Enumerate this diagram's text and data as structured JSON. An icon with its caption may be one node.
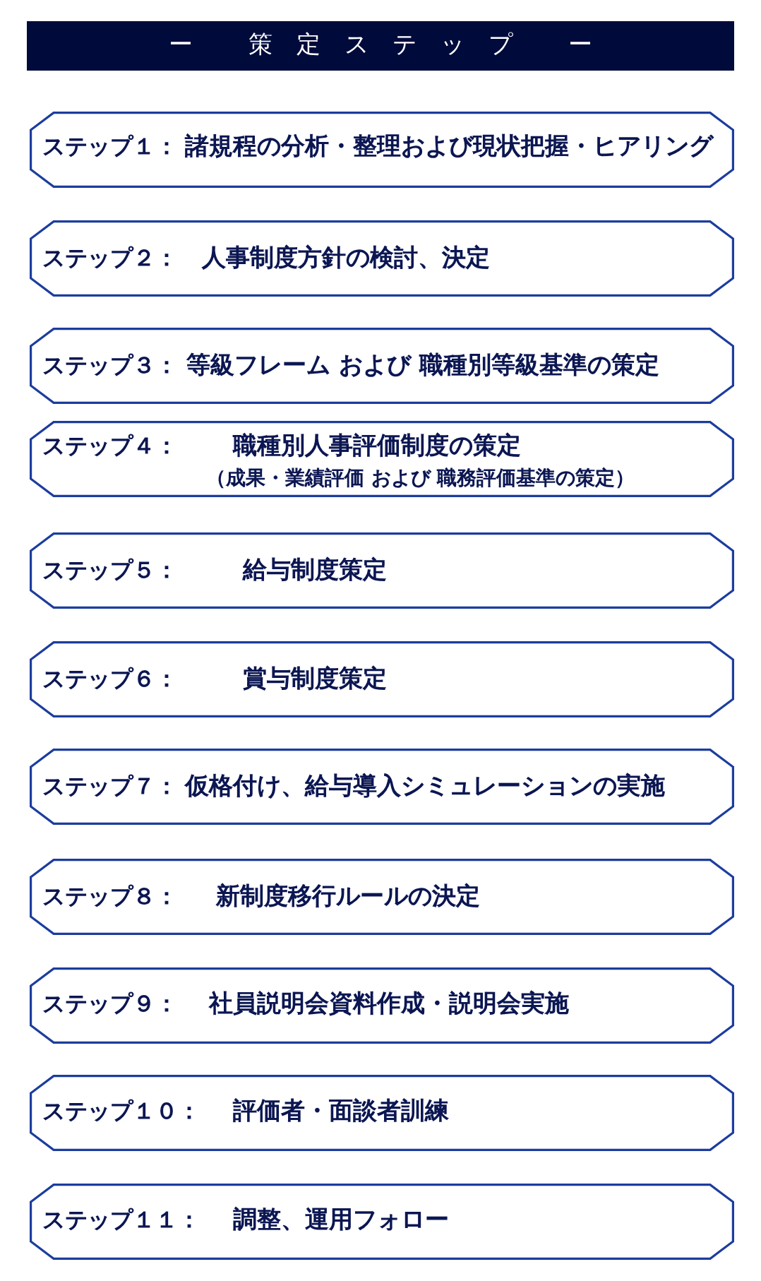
{
  "diagram": {
    "title": "ー 策定ステップ ー",
    "nodes": [
      {
        "text": [
          "ステップ１：",
          "諸規程の分析・整理および現状把握・ヒアリング"
        ]
      },
      {
        "text": [
          "ステップ２：",
          "人事制度方針の検討、決定"
        ]
      },
      {
        "text": [
          "ステップ３：",
          "等級フレーム および 職種別等級基準の策定"
        ]
      },
      {
        "text": [
          "ステップ４：",
          "職種別人事評価制度の策定",
          "（成果・業績評価 および 職務評価基準の策定）"
        ]
      },
      {
        "text": [
          "ステップ５：",
          "給与制度策定"
        ]
      },
      {
        "text": [
          "ステップ６：",
          "賞与制度策定"
        ]
      },
      {
        "text": [
          "ステップ７：",
          "仮格付け、給与導入シミュレーションの実施"
        ]
      },
      {
        "text": [
          "ステップ８：",
          "新制度移行ルールの決定"
        ]
      },
      {
        "text": [
          "ステップ９：",
          "社員説明会資料作成・説明会実施"
        ]
      },
      {
        "text": [
          "ステップ１０：",
          "評価者・面談者訓練"
        ]
      },
      {
        "text": [
          "ステップ１１：",
          "調整、運用フォロー"
        ]
      }
    ]
  }
}
